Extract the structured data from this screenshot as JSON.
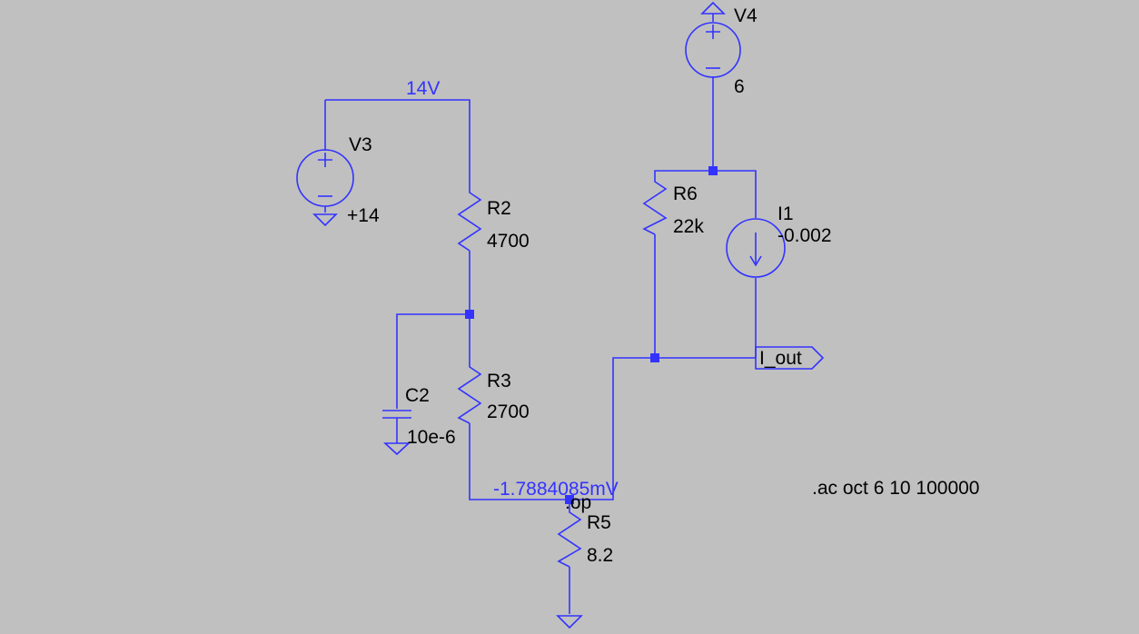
{
  "components": {
    "V3": {
      "name": "V3",
      "value": "+14"
    },
    "V4": {
      "name": "V4",
      "value": "6"
    },
    "R2": {
      "name": "R2",
      "value": "4700"
    },
    "R3": {
      "name": "R3",
      "value": "2700"
    },
    "R5": {
      "name": "R5",
      "value": "8.2"
    },
    "R6": {
      "name": "R6",
      "value": "22k"
    },
    "C2": {
      "name": "C2",
      "value": "10e-6"
    },
    "I1": {
      "name": "I1",
      "value": "-0.002"
    }
  },
  "nets": {
    "top_voltage": "14V",
    "r5_voltage": "-1.7884085mV",
    "output_label": "I_out"
  },
  "directives": {
    "op": ".op",
    "ac": ".ac oct 6 10 100000"
  },
  "colors": {
    "background": "#c0c0c0",
    "wire": "#3333ff",
    "text": "#000000"
  }
}
